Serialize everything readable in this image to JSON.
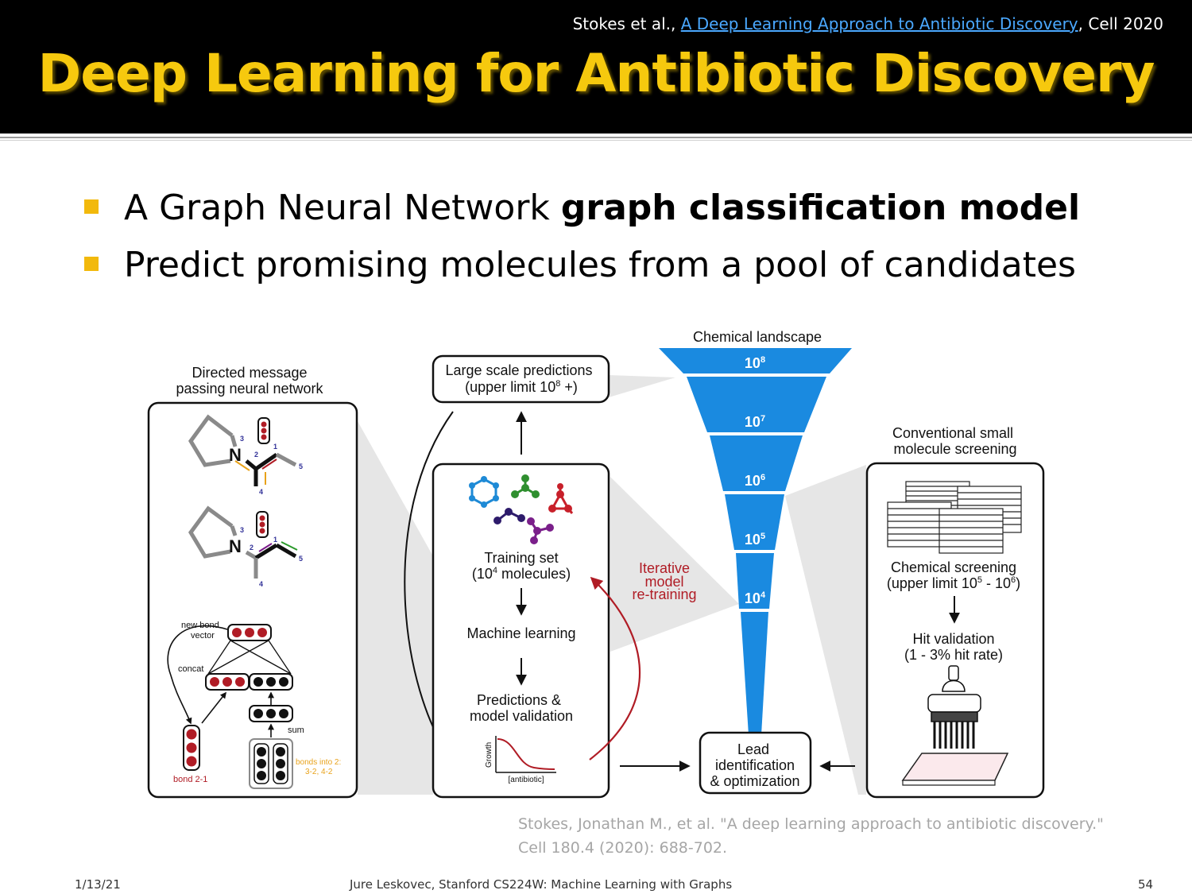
{
  "header": {
    "citation_prefix": "Stokes et al., ",
    "citation_link": "A Deep Learning Approach to Antibiotic Discovery",
    "citation_suffix": ", Cell 2020",
    "title": "Deep Learning for Antibiotic Discovery"
  },
  "bullets": [
    {
      "text": "A Graph Neural Network ",
      "bold": "graph classification model"
    },
    {
      "text": "Predict promising molecules from a pool of candidates",
      "bold": ""
    }
  ],
  "diagram": {
    "mpnn": {
      "title_1": "Directed message",
      "title_2": "passing neural network",
      "atom_n": "N",
      "num_1": "1",
      "num_2": "2",
      "num_3": "3",
      "num_4": "4",
      "num_5": "5",
      "new_bond_1": "new bond",
      "new_bond_2": "vector",
      "concat": "concat",
      "sum": "sum",
      "bond_label": "bond 2-1",
      "bonds_into_1": "bonds into 2:",
      "bonds_into_2": "3-2, 4-2"
    },
    "pipeline": {
      "large_1": "Large scale predictions",
      "large_2": "(upper limit 10",
      "large_2_sup": "8",
      "large_2_end": " +)",
      "training_1": "Training set",
      "training_2": "(10",
      "training_2_sup": "4",
      "training_2_end": " molecules)",
      "ml": "Machine learning",
      "pred_1": "Predictions &",
      "pred_2": "model validation",
      "growth": "Growth",
      "antibiotic": "[antibiotic]",
      "iter_1": "Iterative",
      "iter_2": "model",
      "iter_3": "re-training"
    },
    "funnel": {
      "title": "Chemical landscape",
      "levels": [
        {
          "base": "10",
          "exp": "8"
        },
        {
          "base": "10",
          "exp": "7"
        },
        {
          "base": "10",
          "exp": "6"
        },
        {
          "base": "10",
          "exp": "5"
        },
        {
          "base": "10",
          "exp": "4"
        }
      ],
      "color": "#1a8ae0"
    },
    "lead": {
      "l1": "Lead",
      "l2": "identification",
      "l3": "& optimization"
    },
    "screening": {
      "title_1": "Conventional small",
      "title_2": "molecule screening",
      "chem_1": "Chemical screening",
      "chem_2a": "(upper limit 10",
      "chem_2_sup1": "5",
      "chem_2b": " - 10",
      "chem_2_sup2": "6",
      "chem_2c": ")",
      "hit_1": "Hit validation",
      "hit_2": "(1 - 3% hit rate)"
    }
  },
  "reference": {
    "line1": "Stokes, Jonathan M., et al. \"A deep learning approach to antibiotic discovery.\"",
    "line2": "Cell 180.4 (2020): 688-702."
  },
  "footer": {
    "date": "1/13/21",
    "center": "Jure Leskovec, Stanford CS224W: Machine Learning with Graphs",
    "page": "54"
  }
}
